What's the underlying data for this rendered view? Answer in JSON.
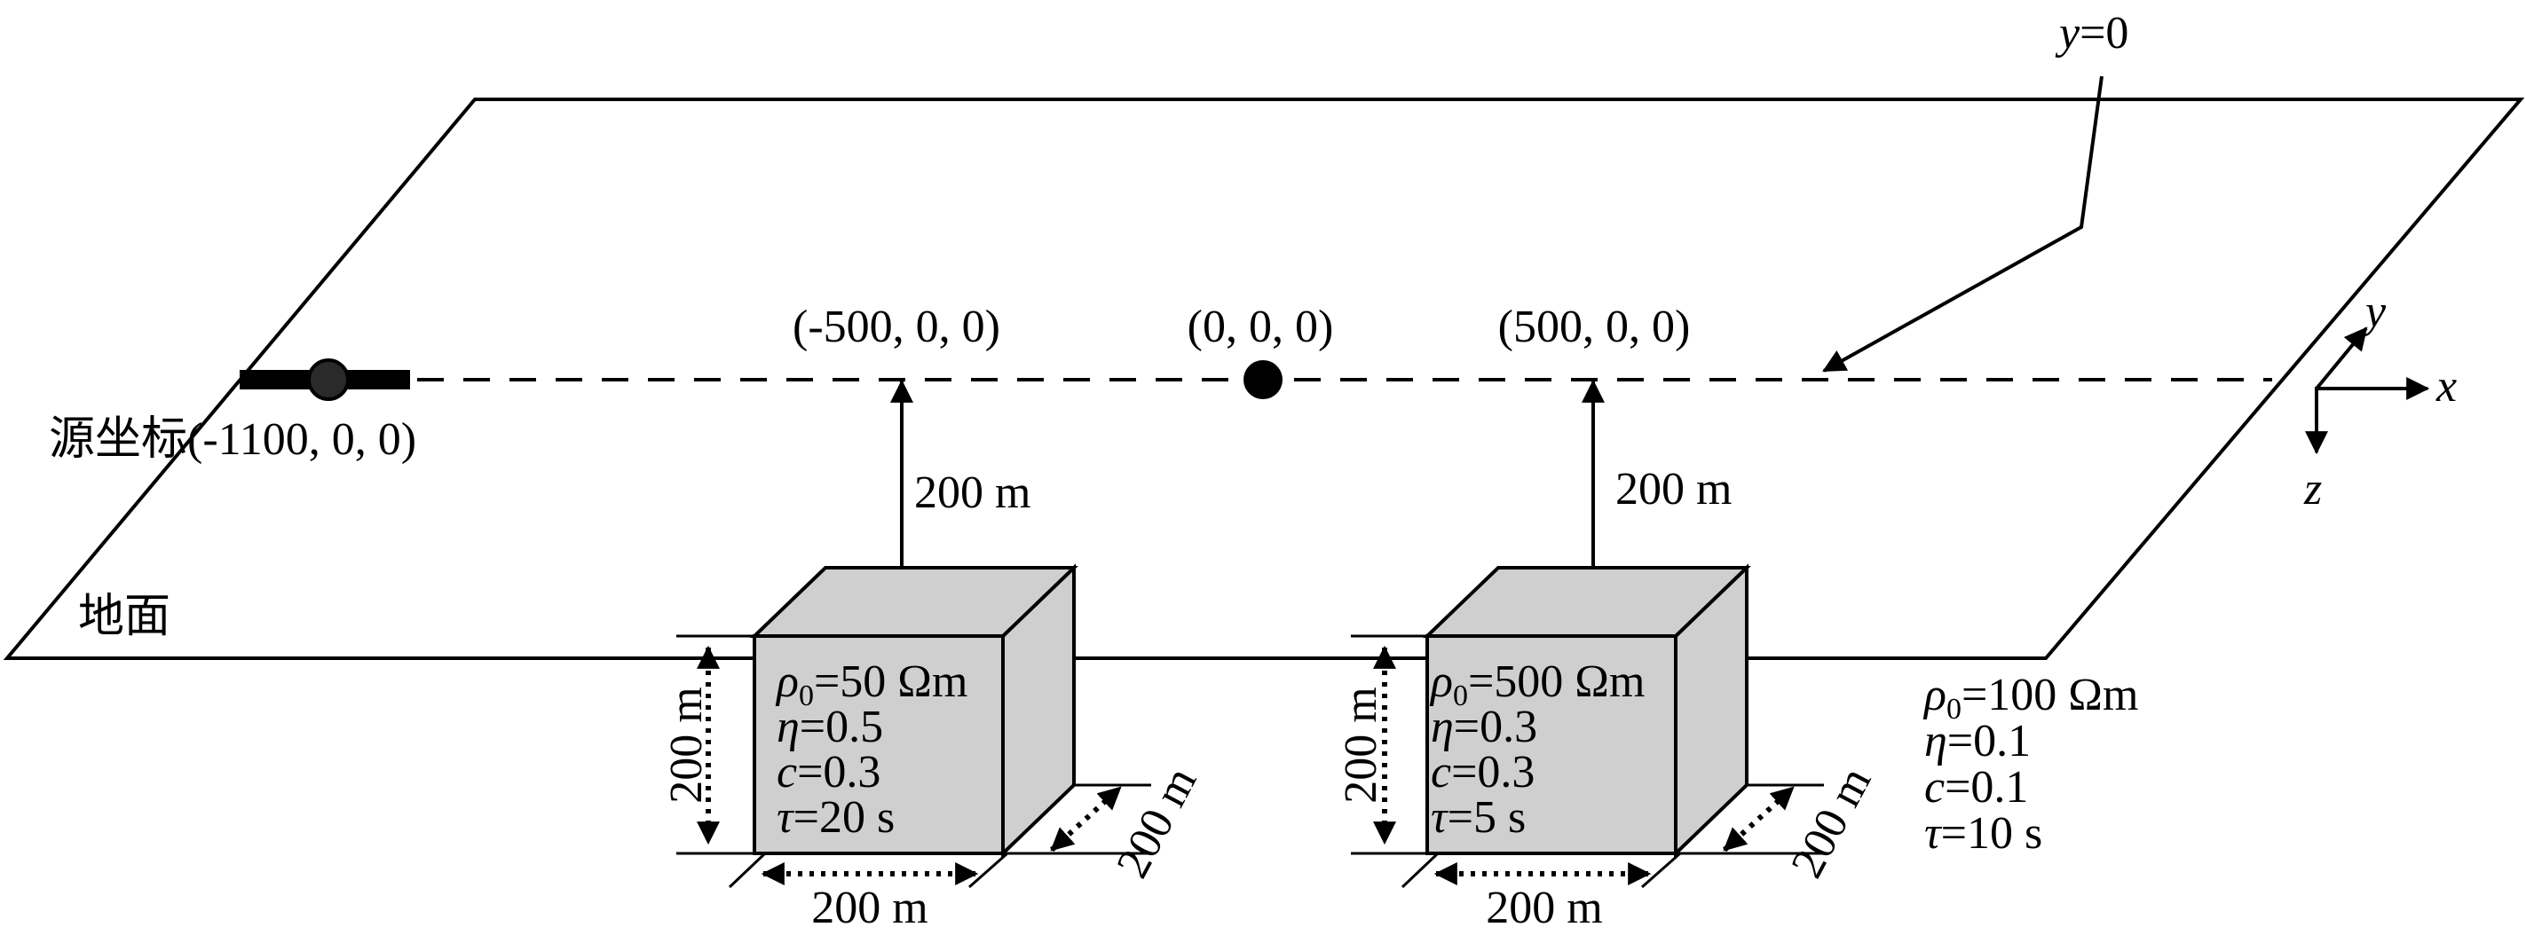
{
  "labels": {
    "plane_y0": {
      "var": "y",
      "rest": "=0"
    },
    "pt_left": "(-500, 0, 0)",
    "pt_origin": "(0, 0, 0)",
    "pt_right": "(500, 0, 0)",
    "source": "源坐标(-1100, 0, 0)",
    "ground": "地面",
    "depth_left": "200 m",
    "depth_right": "200 m"
  },
  "axes": {
    "x": "x",
    "y": "y",
    "z": "z"
  },
  "blocks": [
    {
      "rho": "=50 Ωm",
      "eta": "=0.5",
      "c": "=0.3",
      "tau": "=20 s",
      "height_label": "200 m",
      "width_label": "200 m",
      "depth_label": "200 m"
    },
    {
      "rho": "=500 Ωm",
      "eta": "=0.3",
      "c": "=0.3",
      "tau": "=5 s",
      "height_label": "200 m",
      "width_label": "200 m",
      "depth_label": "200 m"
    }
  ],
  "background_props": {
    "rho": "=100 Ωm",
    "eta": "=0.1",
    "c": "=0.1",
    "tau": "=10 s"
  },
  "symbols": {
    "rho": "ρ",
    "rho_sub": "0",
    "eta": "η",
    "c": "c",
    "tau": "τ"
  }
}
